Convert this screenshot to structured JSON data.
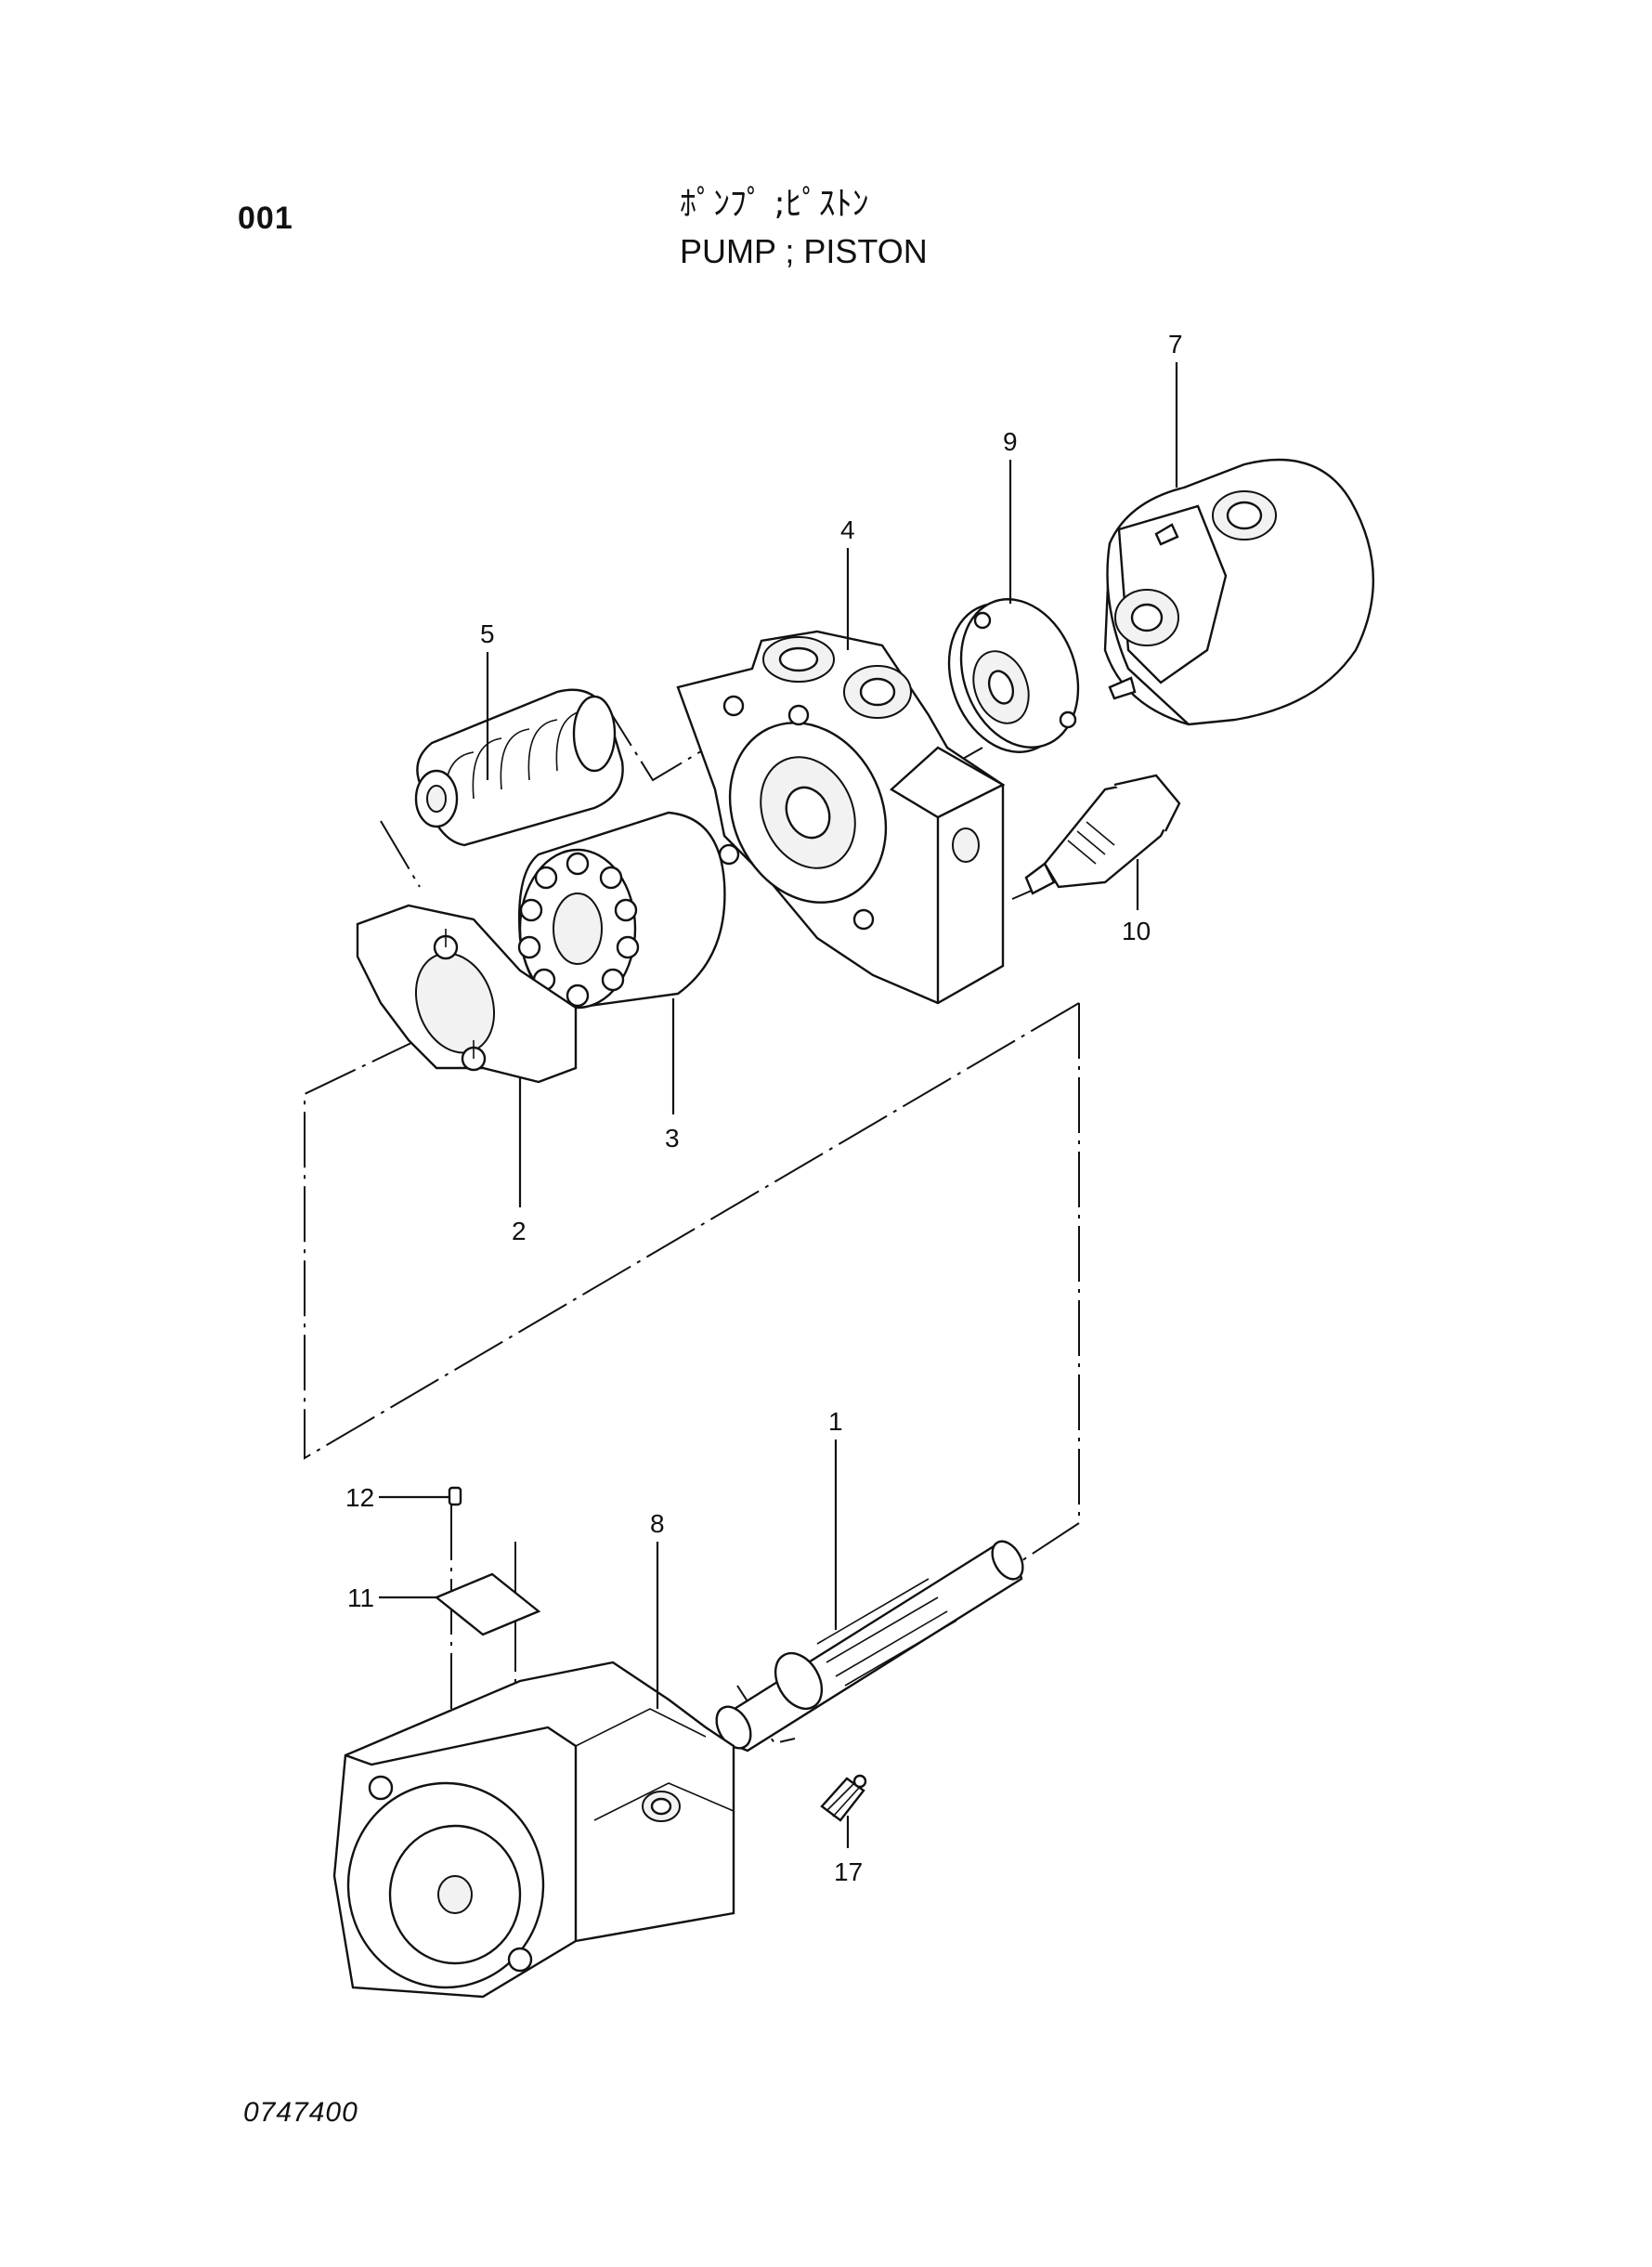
{
  "page": {
    "number": "001",
    "title_jp": "ﾎﾟﾝﾌﾟ ;ﾋﾟｽﾄﾝ",
    "title_en": "PUMP  ; PISTON",
    "drawing_number": "0747400"
  },
  "callouts": [
    {
      "id": "c1",
      "label": "1",
      "part": "shaft"
    },
    {
      "id": "c2",
      "label": "2",
      "part": "swash-plate"
    },
    {
      "id": "c3",
      "label": "3",
      "part": "cylinder-block"
    },
    {
      "id": "c4",
      "label": "4",
      "part": "valve-block"
    },
    {
      "id": "c5",
      "label": "5",
      "part": "spring-piston"
    },
    {
      "id": "c7",
      "label": "7",
      "part": "gear-pump"
    },
    {
      "id": "c8",
      "label": "8",
      "part": "pump-casing"
    },
    {
      "id": "c9",
      "label": "9",
      "part": "valve-plate"
    },
    {
      "id": "c10",
      "label": "10",
      "part": "relief-valve"
    },
    {
      "id": "c11",
      "label": "11",
      "part": "name-plate"
    },
    {
      "id": "c12",
      "label": "12",
      "part": "rivet"
    },
    {
      "id": "c17",
      "label": "17",
      "part": "plug-fitting"
    }
  ]
}
